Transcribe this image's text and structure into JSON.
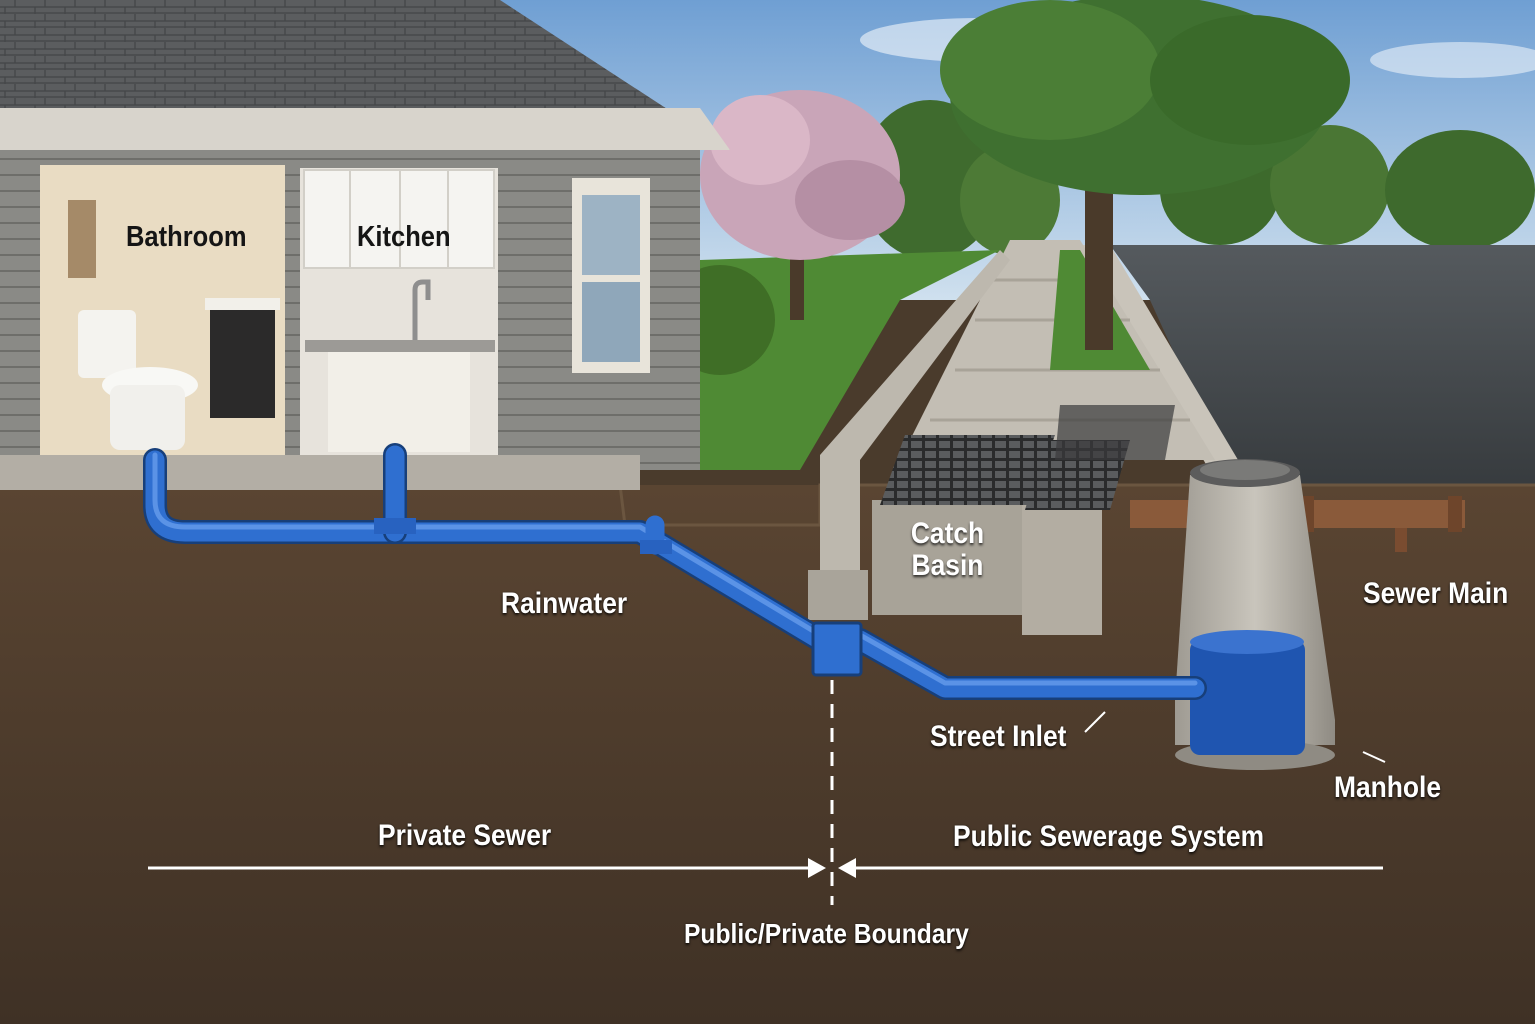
{
  "labels": {
    "bathroom": "Bathroom",
    "kitchen": "Kitchen",
    "catch_basin_line1": "Catch",
    "catch_basin_line2": "Basin",
    "rainwater": "Rainwater",
    "sewer_main": "Sewer Main",
    "street_inlet": "Street Inlet",
    "manhole": "Manhole",
    "private_sewer": "Private Sewer",
    "public_sewerage_system": "Public Sewerage System",
    "boundary": "Public/Private Boundary"
  },
  "colors": {
    "pipe_blue": "#2f6fd0",
    "sewer_main_pipe": "#8a5a3a",
    "soil": "#4d3d2d",
    "grass": "#4f8a34",
    "sky": "#8fb8de",
    "asphalt": "#3e4245",
    "concrete": "#b9b4aa"
  }
}
